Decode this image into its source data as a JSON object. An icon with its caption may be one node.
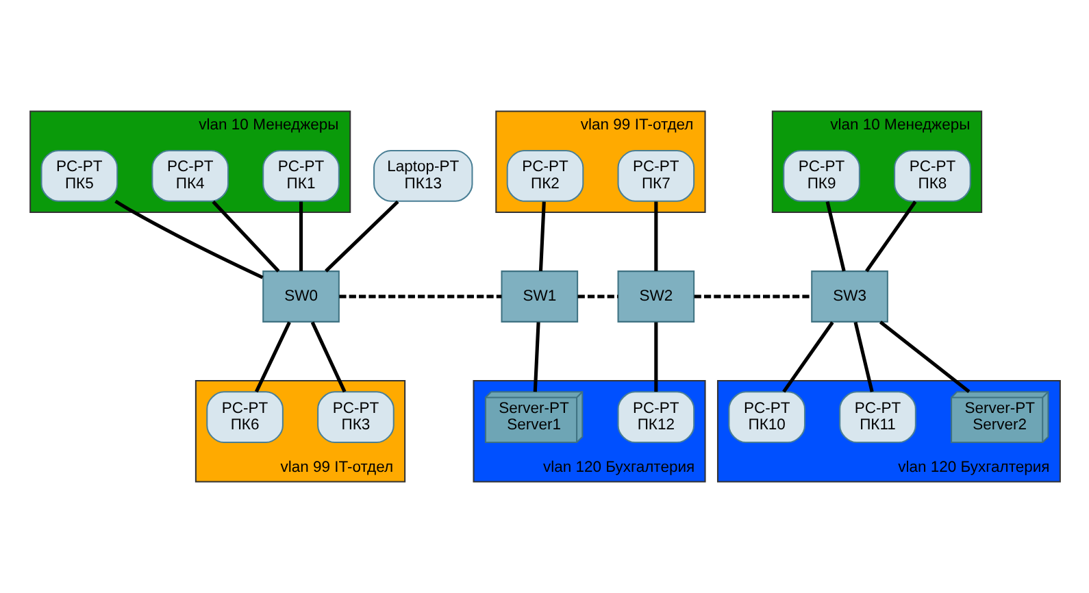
{
  "diagram": {
    "nodes": [
      {
        "text": [
          "vlan 10 Менеджеры"
        ]
      },
      {
        "text": [
          "PC-PT",
          "ПК1"
        ],
        "in": 0
      },
      {
        "text": [
          "PC-PT",
          "ПК4"
        ],
        "in": 0
      },
      {
        "text": [
          "PC-PT",
          "ПК5"
        ],
        "in": 0
      },
      {
        "text": [
          "vlan 99 IT-отдел"
        ]
      },
      {
        "text": [
          "PC-PT",
          "ПК2"
        ],
        "in": 4
      },
      {
        "text": [
          "PC-PT",
          "ПК7"
        ],
        "in": 4
      },
      {
        "text": [
          "vlan 10 Менеджеры"
        ]
      },
      {
        "text": [
          "PC-PT",
          "ПК8"
        ],
        "in": 7
      },
      {
        "text": [
          "PC-PT",
          "ПК9"
        ],
        "in": 7
      },
      {
        "text": [
          "Laptop-PT",
          "ПК13"
        ]
      },
      {
        "text": [
          "SW0"
        ]
      },
      {
        "text": [
          "SW1"
        ]
      },
      {
        "text": [
          "SW2"
        ]
      },
      {
        "text": [
          "SW3"
        ]
      },
      {
        "text": [
          "vlan 99 IT-отдел"
        ]
      },
      {
        "text": [
          "PC-PT",
          "ПК3"
        ],
        "in": 15
      },
      {
        "text": [
          "PC-PT",
          "ПК6"
        ],
        "in": 15
      },
      {
        "text": [
          "vlan 120 Бухгалтерия"
        ]
      },
      {
        "text": [
          "Server-PT",
          "Server1"
        ],
        "in": 18
      },
      {
        "text": [
          "PC-PT",
          "ПК12"
        ],
        "in": 18
      },
      {
        "text": [
          "vlan 120 Бухгалтерия"
        ]
      },
      {
        "text": [
          "Server-PT",
          "Server2"
        ],
        "in": 21
      },
      {
        "text": [
          "PC-PT",
          "ПК11"
        ],
        "in": 21
      },
      {
        "text": [
          "PC-PT",
          "ПК10"
        ],
        "in": 21
      }
    ],
    "edges": [
      {
        "from": 1,
        "to": 11,
        "arrow": "none"
      },
      {
        "from": 2,
        "to": 11,
        "arrow": "none"
      },
      {
        "from": 3,
        "to": 11,
        "arrow": "none"
      },
      {
        "from": 10,
        "to": 11,
        "arrow": "none"
      },
      {
        "from": 11,
        "to": 16,
        "arrow": "none"
      },
      {
        "from": 11,
        "to": 17,
        "arrow": "none"
      },
      {
        "from": 11,
        "to": 12,
        "arrow": "none",
        "style": "dashed"
      },
      {
        "from": 5,
        "to": 12,
        "arrow": "none"
      },
      {
        "from": 12,
        "to": 19,
        "arrow": "none"
      },
      {
        "from": 12,
        "to": 13,
        "arrow": "none",
        "style": "dashed"
      },
      {
        "from": 6,
        "to": 13,
        "arrow": "none"
      },
      {
        "from": 13,
        "to": 20,
        "arrow": "none"
      },
      {
        "from": 13,
        "to": 14,
        "arrow": "none",
        "style": "dashed"
      },
      {
        "from": 8,
        "to": 14,
        "arrow": "none"
      },
      {
        "from": 9,
        "to": 14,
        "arrow": "none"
      },
      {
        "from": 14,
        "to": 22,
        "arrow": "none"
      },
      {
        "from": 14,
        "to": 23,
        "arrow": "none"
      },
      {
        "from": 14,
        "to": 24,
        "arrow": "none"
      }
    ]
  }
}
